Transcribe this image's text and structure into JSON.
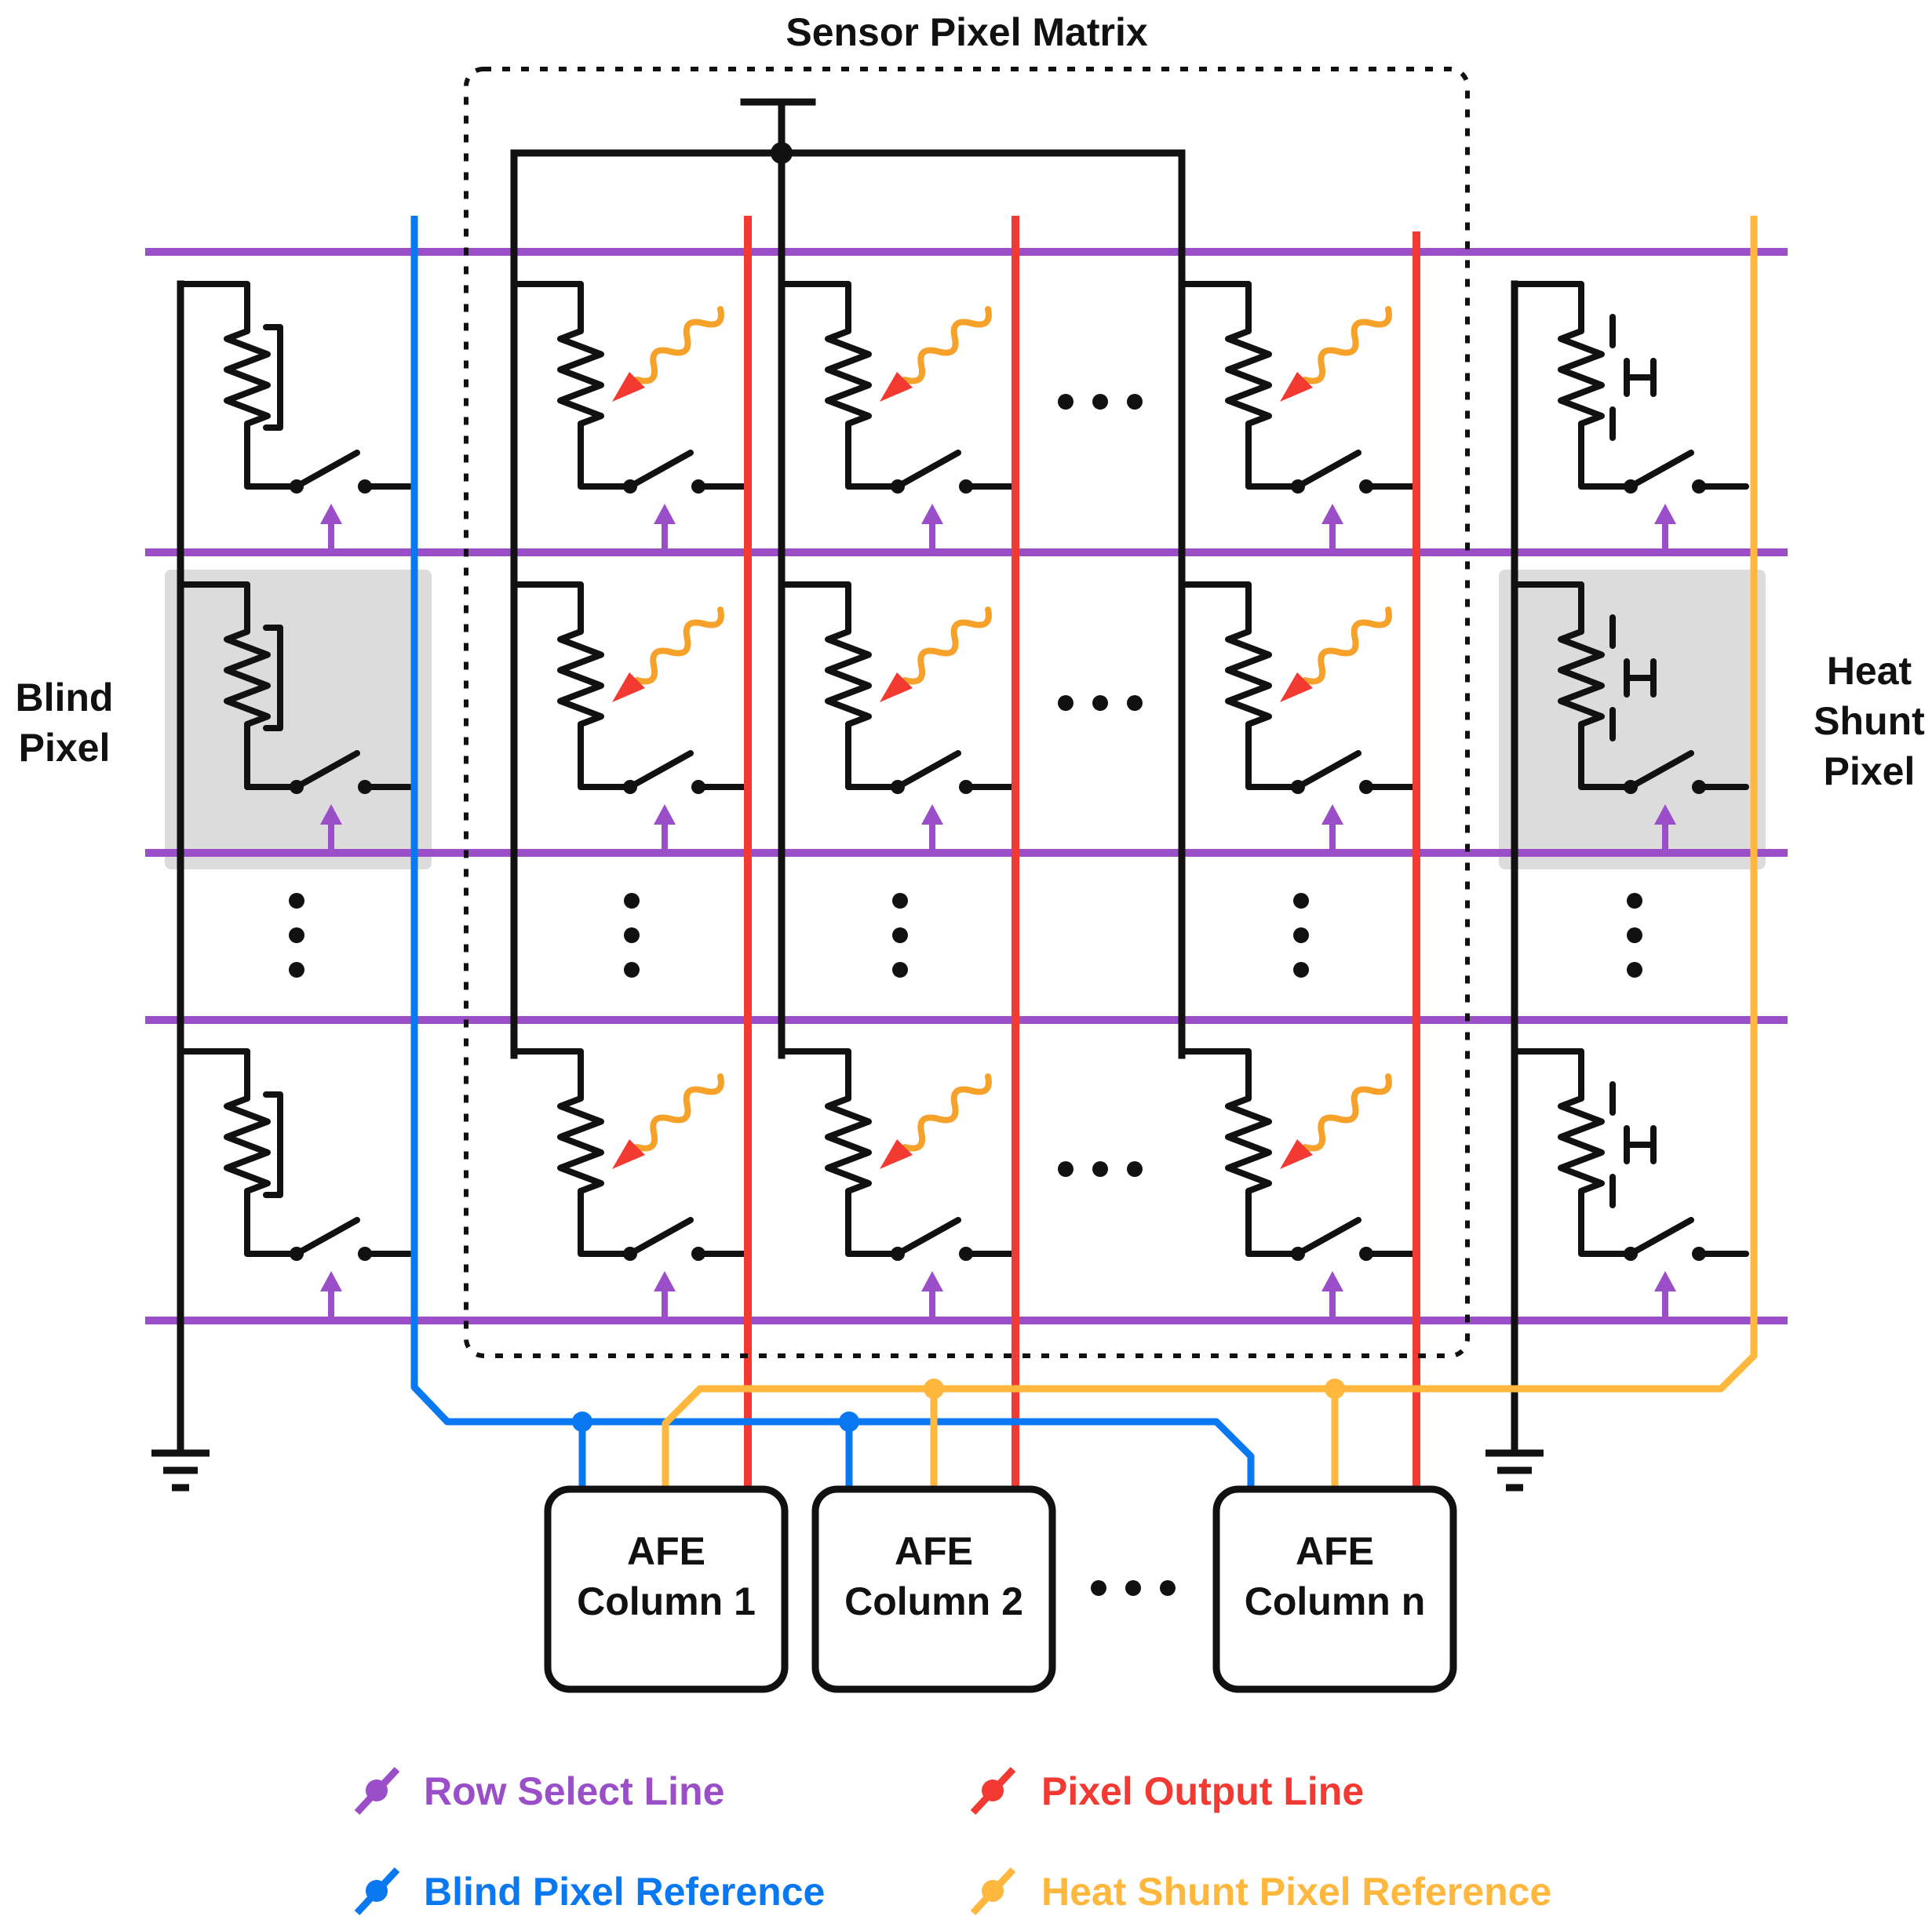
{
  "title": "Sensor Pixel Matrix",
  "side_labels": {
    "blind_pixel": [
      "Blind",
      "Pixel"
    ],
    "heat_shunt_pixel": [
      "Heat",
      "Shunt",
      "Pixel"
    ]
  },
  "afe_blocks": [
    {
      "line1": "AFE",
      "line2": "Column 1"
    },
    {
      "line1": "AFE",
      "line2": "Column 2"
    },
    {
      "line1": "AFE",
      "line2": "Column n"
    }
  ],
  "legend": [
    {
      "label": "Row Select Line",
      "color": "#9a4fc9"
    },
    {
      "label": "Pixel Output Line",
      "color": "#f23a33"
    },
    {
      "label": "Blind Pixel Reference",
      "color": "#0a78f0"
    },
    {
      "label": "Heat Shunt Pixel Reference",
      "color": "#ffb83d"
    }
  ],
  "colors": {
    "wire": "#111111",
    "row_select": "#9a4fc9",
    "pixel_output": "#f23a33",
    "blind_reference": "#0a78f0",
    "heat_shunt_reference": "#ffb83d",
    "radiation": "#f5a12a",
    "highlight": "#dcdcdc"
  },
  "icons": {
    "absorber": "resistor-with-radiation-icon",
    "blind": "shielded-resistor-icon",
    "heat_shunt": "heat-shunted-resistor-icon",
    "switch": "switch-icon",
    "ground": "ground-icon"
  }
}
